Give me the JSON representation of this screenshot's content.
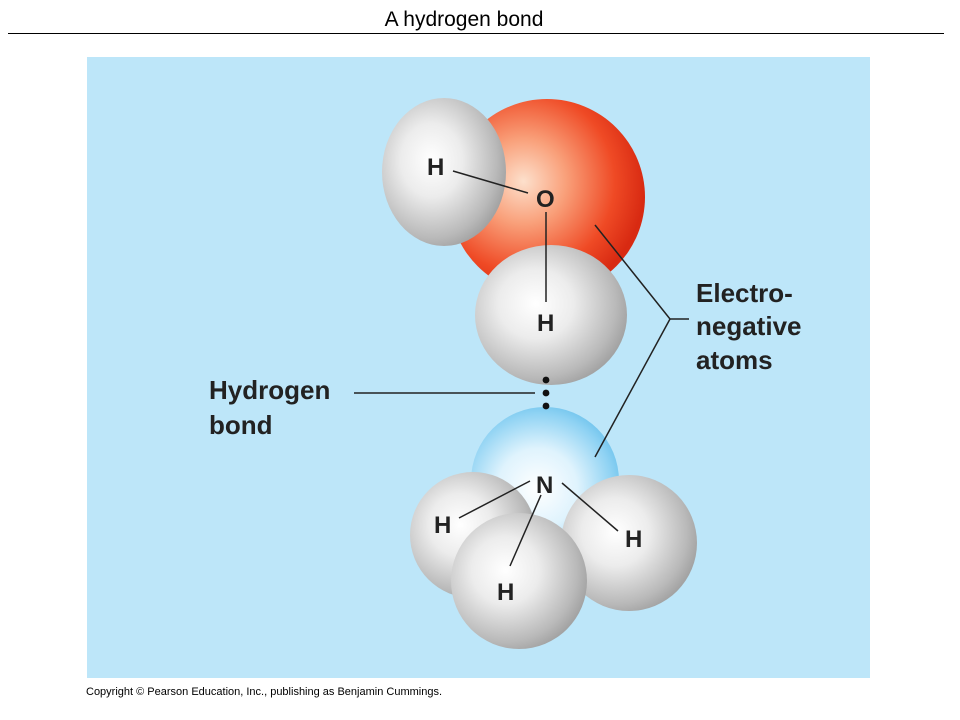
{
  "title": "A hydrogen bond",
  "copyright": "Copyright © Pearson Education, Inc., publishing as Benjamin Cummings.",
  "colors": {
    "panel_background": "#bde6f9",
    "oxygen": "#e8391d",
    "nitrogen": "#9fd9f5",
    "hydrogen": "#c8c8c8",
    "leader_line": "#222222"
  },
  "diagram": {
    "water": {
      "oxygen_label": "O",
      "hydrogen_top_label": "H",
      "hydrogen_bottom_label": "H"
    },
    "ammonia": {
      "nitrogen_label": "N",
      "hydrogen_left_label": "H",
      "hydrogen_bottom_label": "H",
      "hydrogen_right_label": "H"
    },
    "callouts": {
      "hydrogen_bond_line1": "Hydrogen",
      "hydrogen_bond_line2": "bond",
      "electronegative_line1": "Electro-",
      "electronegative_line2": "negative",
      "electronegative_line3": "atoms"
    }
  }
}
